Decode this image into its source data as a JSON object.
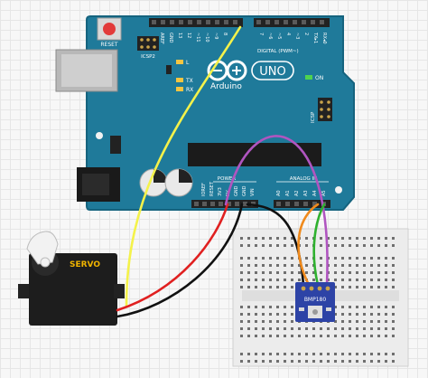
{
  "board": {
    "reset_label": "RESET",
    "icsp2_label": "ICSP2",
    "icsp_label": "ICSP",
    "l_led": "L",
    "tx_led": "TX",
    "rx_led": "RX",
    "brand": "Arduino",
    "model": "UNO",
    "on_led": "ON",
    "digital_label": "DIGITAL (PWM~)",
    "aref_label": "AREF",
    "gnd_top_label": "GND",
    "digital_pins": [
      "13",
      "12",
      "~11",
      "~10",
      "~9",
      "8",
      "7",
      "~6",
      "~5",
      "4",
      "~3",
      "2",
      "TX▸1",
      "RX◂0"
    ],
    "power_label": "POWER",
    "analog_label": "ANALOG IN",
    "power_pins": [
      "IOREF",
      "RESET",
      "3V3",
      "5V",
      "GND",
      "GND",
      "VIN"
    ],
    "analog_pins": [
      "A0",
      "A1",
      "A2",
      "A3",
      "A4",
      "A5"
    ]
  },
  "servo": {
    "label": "SERVO"
  },
  "sensor": {
    "label": "BMP180"
  },
  "colors": {
    "board": "#1f7a9a",
    "board_edge": "#15637e",
    "servo_label": "#f0b400",
    "wire_yellow": "#f4f24a",
    "wire_red": "#e02020",
    "wire_black": "#111111",
    "wire_purple": "#b055c0",
    "wire_orange": "#f08a1c",
    "wire_green": "#2fb12f",
    "sensor": "#2d43a6"
  }
}
